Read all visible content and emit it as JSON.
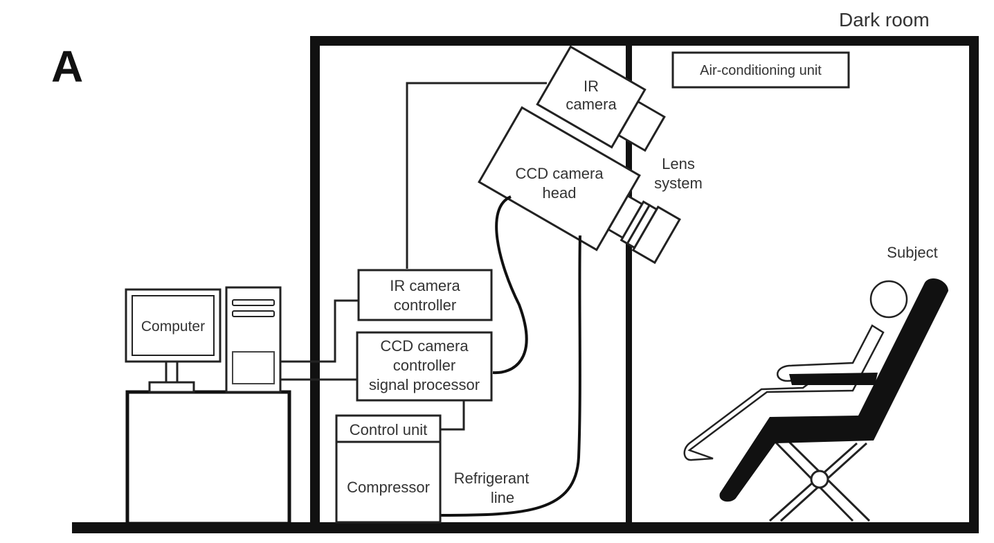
{
  "panel_label": "A",
  "room_label": "Dark room",
  "labels": {
    "air_conditioning": "Air-conditioning unit",
    "ir_camera_1": "IR",
    "ir_camera_2": "camera",
    "ccd_head_1": "CCD camera",
    "ccd_head_2": "head",
    "lens_1": "Lens",
    "lens_2": "system",
    "subject": "Subject",
    "computer": "Computer",
    "ir_controller_1": "IR camera",
    "ir_controller_2": "controller",
    "ccd_controller_1": "CCD camera",
    "ccd_controller_2": "controller",
    "ccd_controller_3": "signal processor",
    "control_unit": "Control unit",
    "compressor": "Compressor",
    "refrigerant_1": "Refrigerant",
    "refrigerant_2": "line"
  }
}
